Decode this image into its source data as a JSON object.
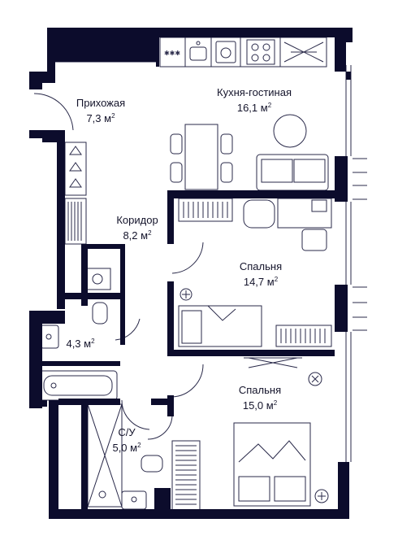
{
  "colors": {
    "wall": "#0c0c2c",
    "line": "#2a2a4a",
    "background": "#ffffff"
  },
  "rooms": [
    {
      "key": "hall",
      "name": "Прихожая",
      "area": "7,3 м",
      "unit_sup": "2"
    },
    {
      "key": "kitchen",
      "name": "Кухня-гостиная",
      "area": "16,1 м",
      "unit_sup": "2"
    },
    {
      "key": "corridor",
      "name": "Коридор",
      "area": "8,2 м",
      "unit_sup": "2"
    },
    {
      "key": "bedroom1",
      "name": "Спальня",
      "area": "14,7 м",
      "unit_sup": "2"
    },
    {
      "key": "bath",
      "name": "",
      "area": "4,3 м",
      "unit_sup": "2"
    },
    {
      "key": "bedroom2",
      "name": "Спальня",
      "area": "15,0 м",
      "unit_sup": "2"
    },
    {
      "key": "wc",
      "name": "С/У",
      "area": "5,0 м",
      "unit_sup": "2"
    }
  ],
  "icons": [
    "stove-icon",
    "sink-icon",
    "washer-icon",
    "fridge-icon",
    "bathtub-icon",
    "toilet-icon",
    "bed-icon",
    "sofa-icon",
    "dining-table-icon",
    "wardrobe-icon",
    "desk-icon",
    "ceiling-lamp-icon",
    "hanger-icon",
    "door-swing-icon",
    "window-icon"
  ]
}
